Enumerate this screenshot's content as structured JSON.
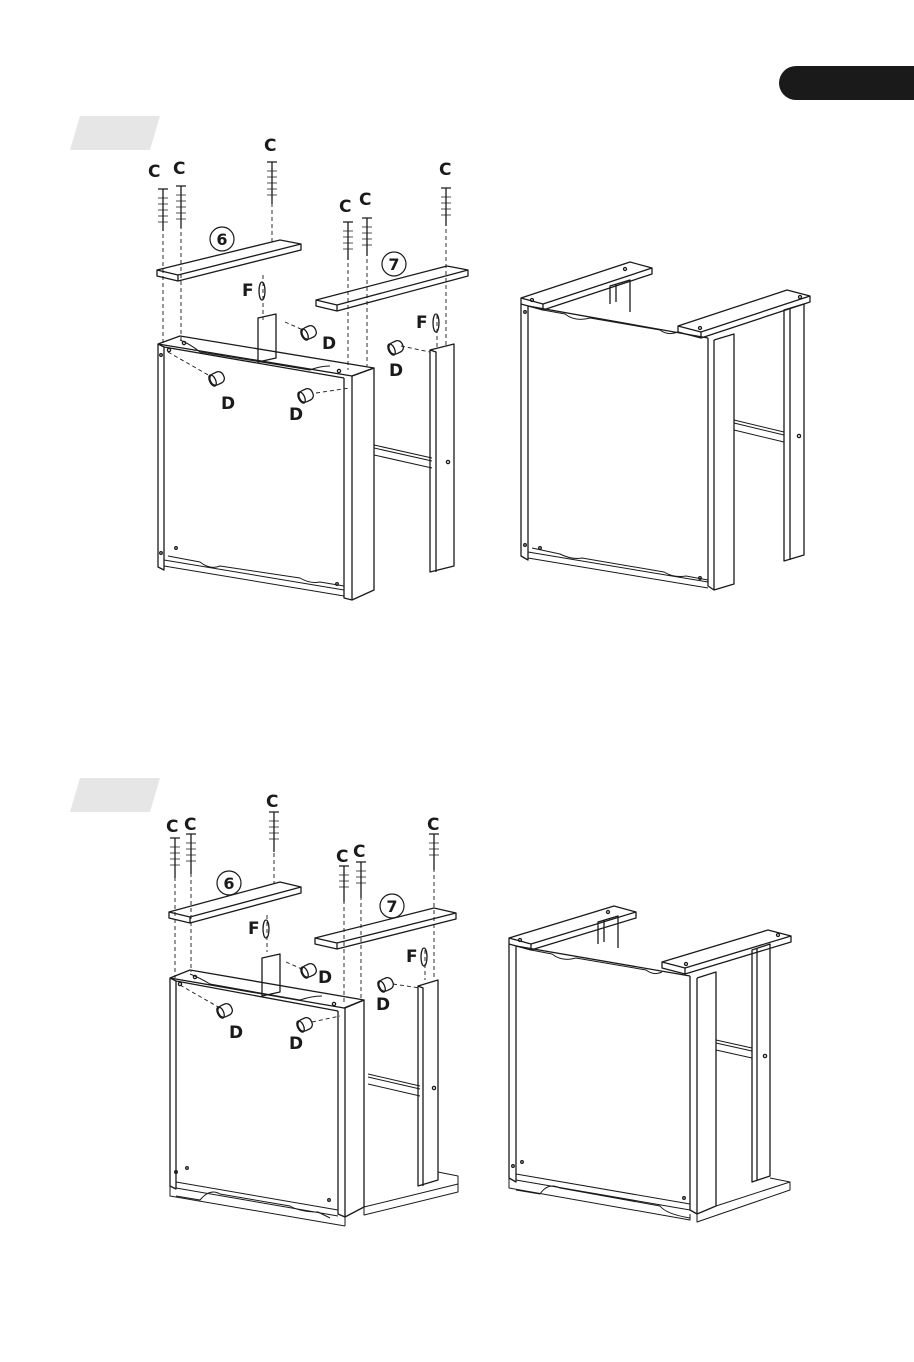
{
  "step1": {
    "labels_c": [
      "C",
      "C",
      "C",
      "C",
      "C",
      "C"
    ],
    "labels_d": [
      "D",
      "D",
      "D",
      "D"
    ],
    "labels_f": [
      "F",
      "F"
    ],
    "part_6": "6",
    "part_7": "7"
  },
  "step2": {
    "labels_c": [
      "C",
      "C",
      "C",
      "C",
      "C",
      "C"
    ],
    "labels_d": [
      "D",
      "D",
      "D",
      "D"
    ],
    "labels_f": [
      "F",
      "F"
    ],
    "part_6": "6",
    "part_7": "7"
  },
  "colors": {
    "ink": "#1a1a1a",
    "tab_gray": "#e6e6e6",
    "page_tab": "#1a1a1a"
  }
}
